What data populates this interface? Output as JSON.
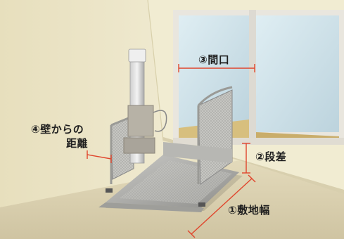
{
  "labels": {
    "frontage": "③間口",
    "wall_distance_line1": "④壁からの",
    "wall_distance_line2": "距離",
    "step_height": "②段差",
    "site_width": "①敷地幅"
  },
  "colors": {
    "wall_left": "#ece5c6",
    "wall_back": "#f1ecd2",
    "floor": "#d9cfb0",
    "window_frame": "#e6e3dc",
    "glass": "#cfe1ea",
    "dimension_line": "#e0452c"
  }
}
